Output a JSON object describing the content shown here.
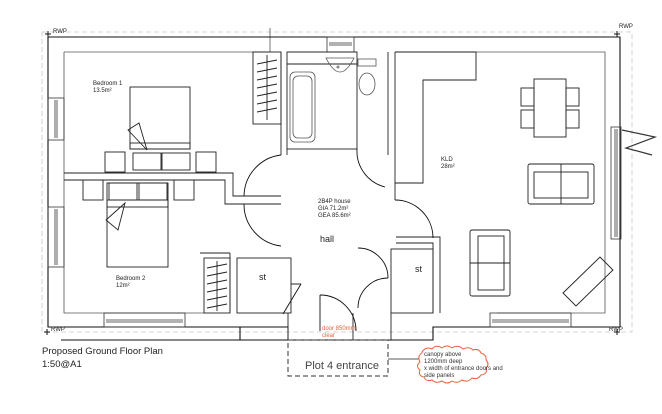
{
  "drawing": {
    "title": "Proposed Ground Floor Plan",
    "scale": "1:50@A1",
    "rwp_labels": [
      "RWP",
      "RWP",
      "RWP",
      "RWP"
    ],
    "rooms": {
      "bedroom1": {
        "name": "Bedroom 1",
        "area": "13.5m²"
      },
      "bedroom2": {
        "name": "Bedroom 2",
        "area": "12m²"
      },
      "kld": {
        "name": "KLD",
        "area": "28m²"
      },
      "hall": {
        "name": "hall"
      },
      "store_left": {
        "name": "st"
      },
      "store_right": {
        "name": "st"
      }
    },
    "house_info": {
      "type": "2B4P house",
      "gia": "GIA 71.2m²",
      "gea": "GEA 85.6m²"
    },
    "entrance": {
      "label": "Plot 4 entrance",
      "door_note_line1": "door 850mm",
      "door_note_line2": "clear"
    },
    "canopy_note": {
      "line1": "canopy above",
      "line2": "1200mm deep",
      "line3": "x width of entrance doors and",
      "line4": "side panels"
    },
    "colors": {
      "wall": "#1a1a1a",
      "inner_wall": "#777777",
      "dashed": "#bbbbbb",
      "annotation_red": "#e8623a"
    }
  }
}
